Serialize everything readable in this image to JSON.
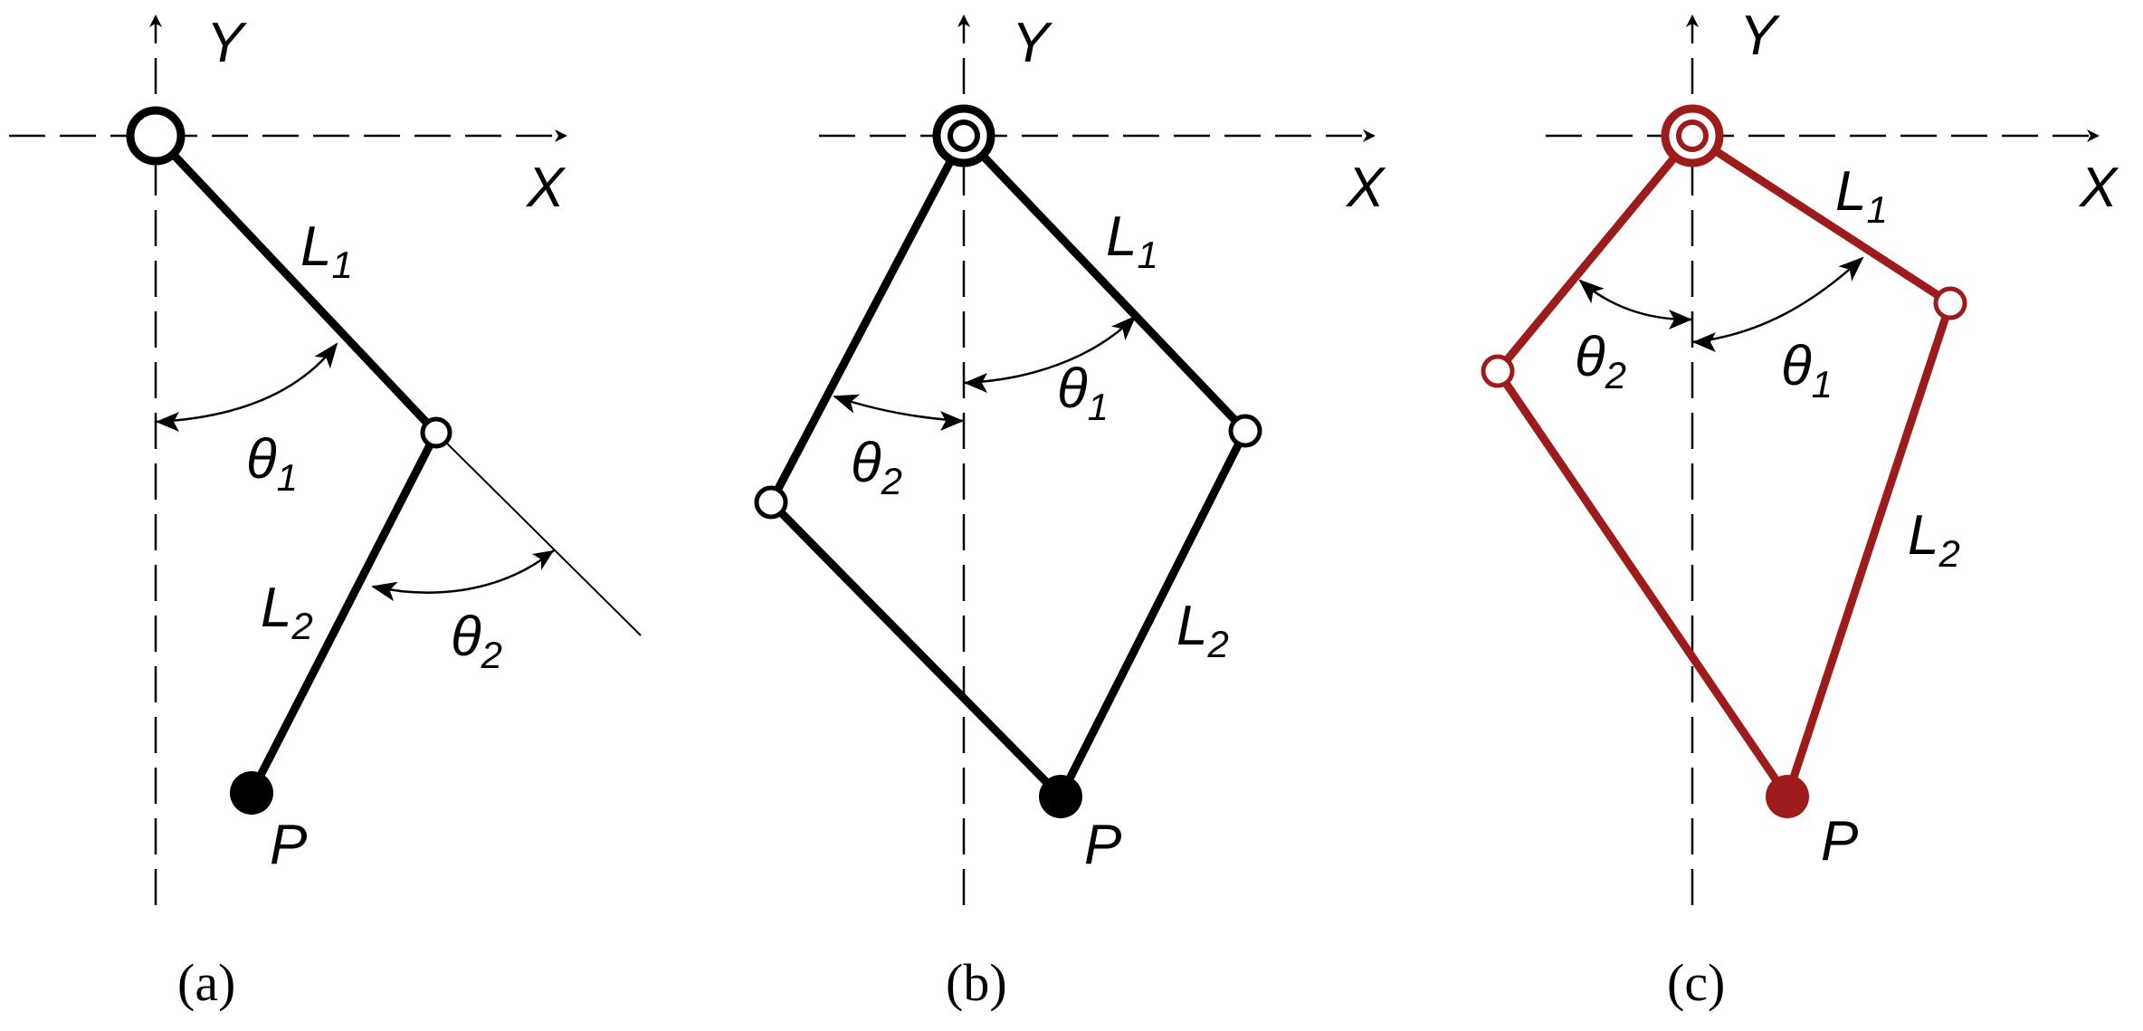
{
  "colors": {
    "black": "#000000",
    "red": "#9e1b1b"
  },
  "panels": {
    "a": {
      "caption": "(a)",
      "x_label": "X",
      "y_label": "Y",
      "l1_base": "L",
      "l1_sub": "1",
      "l2_base": "L",
      "l2_sub": "2",
      "t1_base": "θ",
      "t1_sub": "1",
      "t2_base": "θ",
      "t2_sub": "2",
      "p_label": "P"
    },
    "b": {
      "caption": "(b)",
      "x_label": "X",
      "y_label": "Y",
      "l1_base": "L",
      "l1_sub": "1",
      "l2_base": "L",
      "l2_sub": "2",
      "t1_base": "θ",
      "t1_sub": "1",
      "t2_base": "θ",
      "t2_sub": "2",
      "p_label": "P"
    },
    "c": {
      "caption": "(c)",
      "x_label": "X",
      "y_label": "Y",
      "l1_base": "L",
      "l1_sub": "1",
      "l2_base": "L",
      "l2_sub": "2",
      "t1_base": "θ",
      "t1_sub": "1",
      "t2_base": "θ",
      "t2_sub": "2",
      "p_label": "P"
    }
  }
}
